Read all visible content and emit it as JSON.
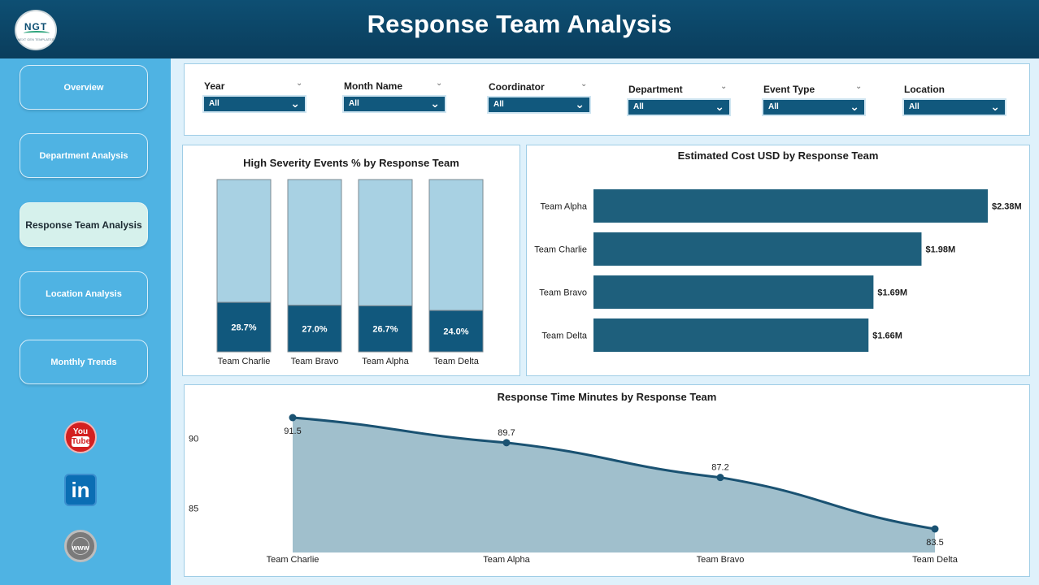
{
  "header": {
    "title": "Response Team Analysis",
    "logo_text": "NGT",
    "logo_subtext": "NEXT GEN TEMPLATES"
  },
  "sidebar": {
    "items": [
      {
        "label": "Overview",
        "active": false
      },
      {
        "label": "Department Analysis",
        "active": false
      },
      {
        "label": "Response Team Analysis",
        "active": true
      },
      {
        "label": "Location Analysis",
        "active": false
      },
      {
        "label": "Monthly Trends",
        "active": false
      }
    ],
    "social": {
      "youtube_top": "You",
      "youtube_bottom": "Tube",
      "linkedin": "in",
      "website": "www"
    }
  },
  "filters": [
    {
      "label": "Year",
      "value": "All"
    },
    {
      "label": "Month Name",
      "value": "All"
    },
    {
      "label": "Coordinator",
      "value": "All"
    },
    {
      "label": "Department",
      "value": "All"
    },
    {
      "label": "Event Type",
      "value": "All"
    },
    {
      "label": "Location",
      "value": "All"
    }
  ],
  "colors": {
    "dark": "#11587d",
    "bar_dark": "#1e5f7c",
    "bar_light": "#a8d1e3",
    "line": "#1a5272",
    "area": "#a0bfcc"
  },
  "chart_data": [
    {
      "type": "bar",
      "title": "High Severity Events % by Response Team",
      "categories": [
        "Team Charlie",
        "Team Bravo",
        "Team Alpha",
        "Team Delta"
      ],
      "values": [
        28.7,
        27.0,
        26.7,
        24.0
      ],
      "labels": [
        "28.7%",
        "27.0%",
        "26.7%",
        "24.0%"
      ],
      "ylim": [
        0,
        100
      ],
      "grid": false
    },
    {
      "type": "bar",
      "orientation": "horizontal",
      "title": "Estimated Cost USD by Response Team",
      "categories": [
        "Team Alpha",
        "Team Charlie",
        "Team Bravo",
        "Team Delta"
      ],
      "values": [
        2.38,
        1.98,
        1.69,
        1.66
      ],
      "labels": [
        "$2.38M",
        "$1.98M",
        "$1.69M",
        "$1.66M"
      ],
      "grid": false
    },
    {
      "type": "area",
      "title": "Response Time Minutes by Response Team",
      "categories": [
        "Team Charlie",
        "Team Alpha",
        "Team Bravo",
        "Team Delta"
      ],
      "values": [
        91.5,
        89.7,
        87.2,
        83.5
      ],
      "labels": [
        "91.5",
        "89.7",
        "87.2",
        "83.5"
      ],
      "yticks": [
        "90",
        "85"
      ],
      "ylim": [
        82.5,
        92
      ],
      "grid": false
    }
  ]
}
